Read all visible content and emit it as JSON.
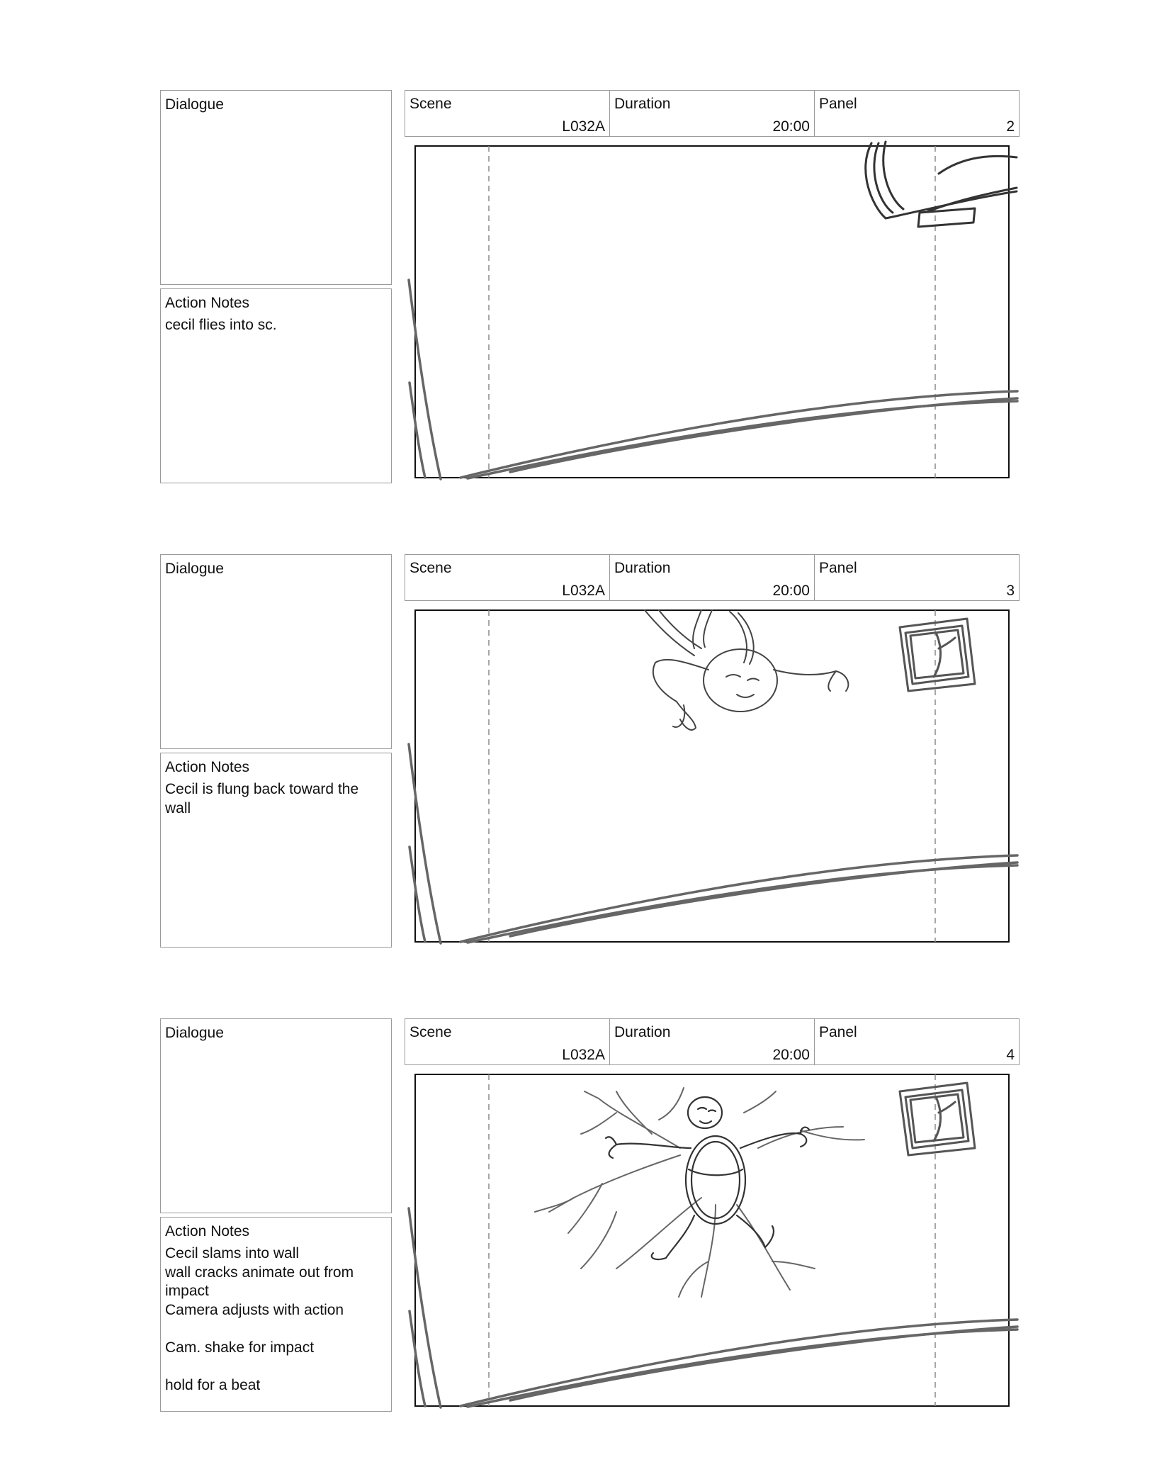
{
  "panels": [
    {
      "dialogue_label": "Dialogue",
      "dialogue_text": "",
      "scene_label": "Scene",
      "scene": "L032A",
      "duration_label": "Duration",
      "duration": "20:00",
      "panel_label": "Panel",
      "panel": "2",
      "action_label": "Action Notes",
      "action_notes": "cecil flies into sc."
    },
    {
      "dialogue_label": "Dialogue",
      "dialogue_text": "",
      "scene_label": "Scene",
      "scene": "L032A",
      "duration_label": "Duration",
      "duration": "20:00",
      "panel_label": "Panel",
      "panel": "3",
      "action_label": "Action Notes",
      "action_notes": "Cecil is flung back toward the\nwall"
    },
    {
      "dialogue_label": "Dialogue",
      "dialogue_text": "",
      "scene_label": "Scene",
      "scene": "L032A",
      "duration_label": "Duration",
      "duration": "20:00",
      "panel_label": "Panel",
      "panel": "4",
      "action_label": "Action Notes",
      "action_notes": "Cecil slams into wall\nwall cracks animate out from\nimpact\nCamera adjusts with action\n\nCam. shake for impact\n\nhold for a beat"
    }
  ],
  "colors": {
    "border": "#9a9a9a",
    "frame": "#111111",
    "sketch": "#555555",
    "safe_line": "#8a8a8a"
  }
}
